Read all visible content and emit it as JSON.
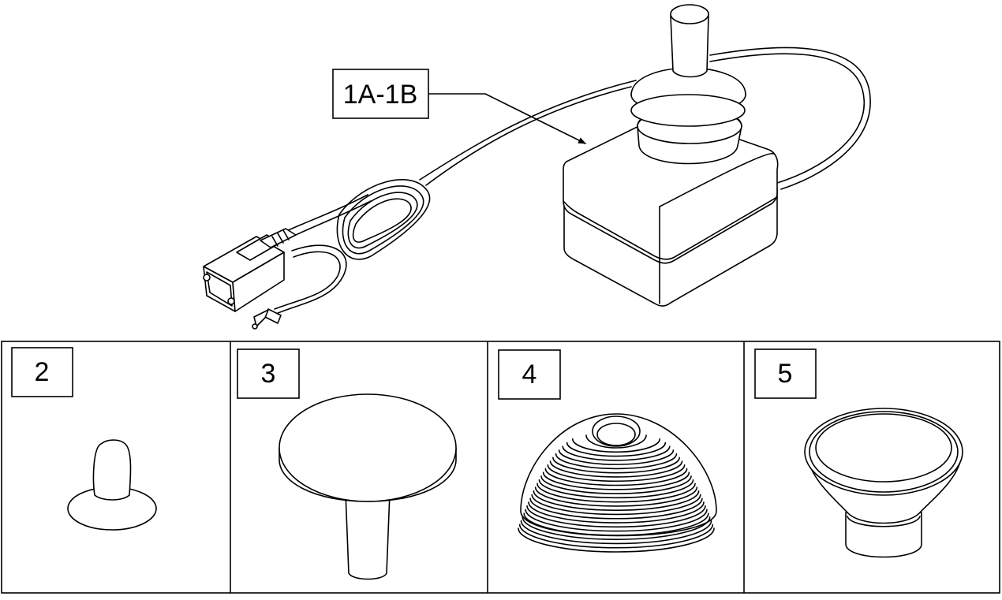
{
  "callouts": {
    "main": "1A-1B",
    "part2": "2",
    "part3": "3",
    "part4": "4",
    "part5": "5"
  },
  "colors": {
    "stroke": "#000000",
    "background": "#ffffff"
  }
}
